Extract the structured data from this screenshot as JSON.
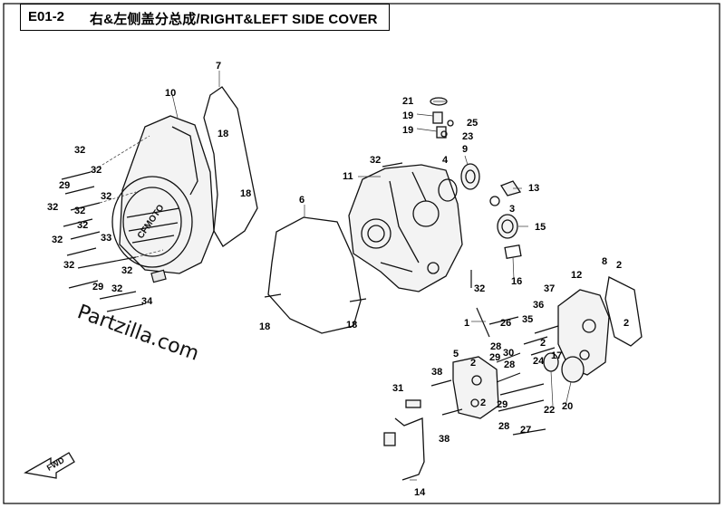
{
  "header": {
    "code": "E01-2",
    "title": "右&左侧盖分总成/RIGHT&LEFT SIDE COVER"
  },
  "watermark": "Partzilla.com",
  "cover_logo": "CFMOTO",
  "fwd_label": "FWD",
  "callouts": [
    "1",
    "2",
    "3",
    "4",
    "5",
    "6",
    "7",
    "8",
    "9",
    "10",
    "11",
    "12",
    "13",
    "14",
    "15",
    "16",
    "17",
    "18",
    "19",
    "20",
    "21",
    "22",
    "23",
    "24",
    "25",
    "26",
    "27",
    "28",
    "29",
    "30",
    "31",
    "32",
    "33",
    "34",
    "35",
    "36",
    "37",
    "38"
  ]
}
